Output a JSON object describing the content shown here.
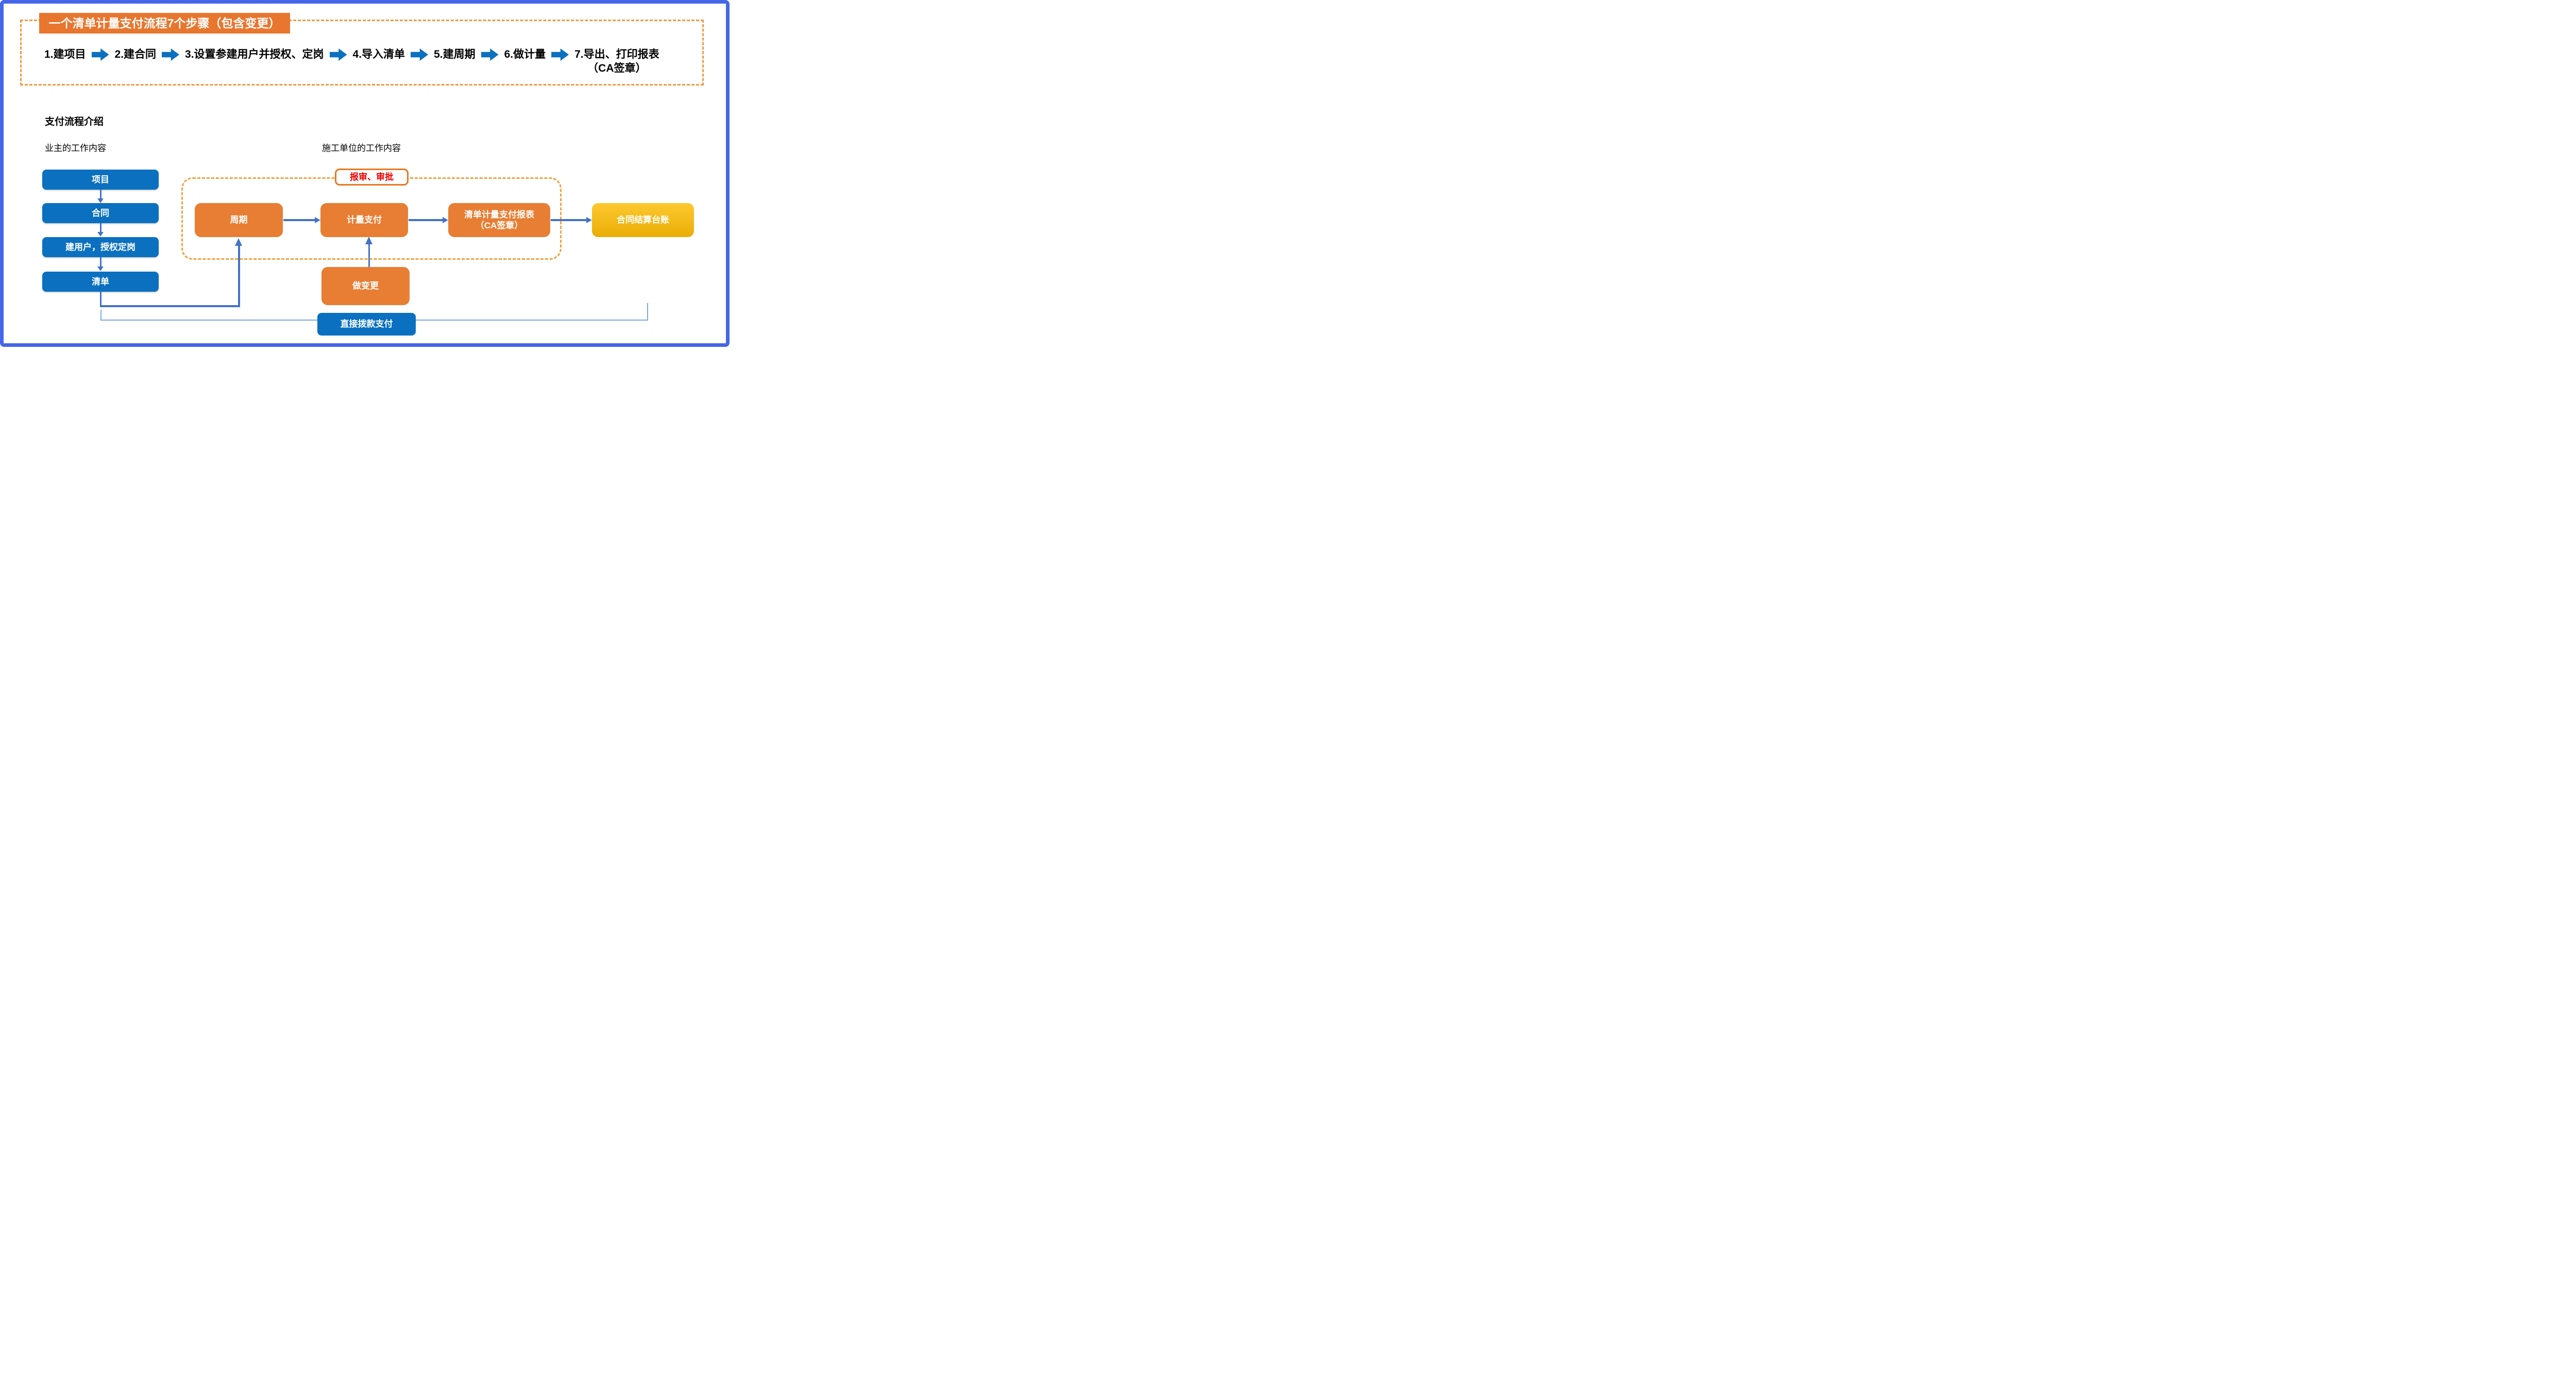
{
  "top_panel": {
    "title": "一个清单计量支付流程7个步骤（包含变更）",
    "steps": [
      "1.建项目",
      "2.建合同",
      "3.设置参建用户并授权、定岗",
      "4.导入清单",
      "5.建周期",
      "6.做计量",
      "7.导出、打印报表"
    ],
    "step7_line2": "（CA签章）"
  },
  "intro": {
    "section_title": "支付流程介绍",
    "owner_heading": "业主的工作内容",
    "contractor_heading": "施工单位的工作内容"
  },
  "owner_flow": {
    "boxes": [
      "项目",
      "合同",
      "建用户，授权定岗",
      "清单"
    ]
  },
  "contractor_flow": {
    "approval_label": "报审、审批",
    "cycle_box": "周期",
    "measure_pay_box": "计量支付",
    "report_box_line1": "清单计量支付报表",
    "report_box_line2": "（CA签章）",
    "ledger_box": "合同结算台账",
    "change_box": "做变更",
    "direct_pay_box": "直接拨款支付"
  },
  "colors": {
    "frame_border": "#4566E8",
    "primary_blue": "#0B70BF",
    "connector_blue": "#4472C4",
    "light_connector_blue": "#7FA8DC",
    "orange_fill": "#E87E33",
    "orange_dashed": "#F09A40",
    "approval_border": "#E87722",
    "approval_text_red": "#F20000",
    "gold_top": "#FDC930",
    "gold_bottom": "#EAAD05"
  }
}
